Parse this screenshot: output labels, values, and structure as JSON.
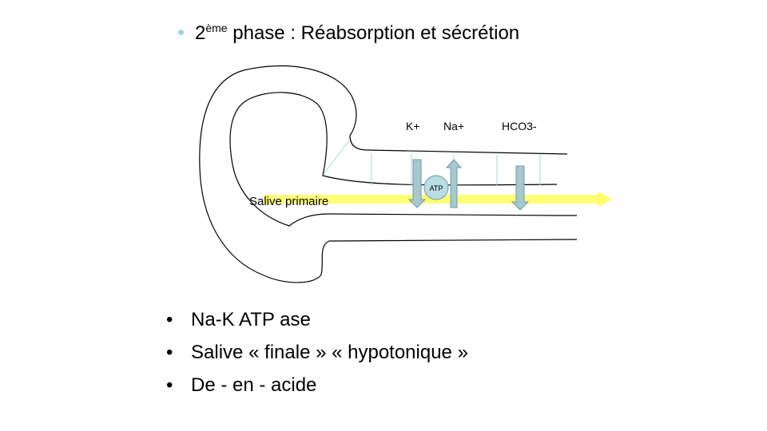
{
  "slide": {
    "title_number": "2",
    "title_superscript": "ème",
    "title_rest": " phase : Réabsorption et sécrétion"
  },
  "diagram": {
    "ion_labels": {
      "k": "K+",
      "na": "Na+",
      "hco3": "HCO3-"
    },
    "pump_label": "ATP",
    "flow_label": "Salive primaire",
    "colors": {
      "duct_outline": "#000000",
      "flow_arrow": "#ffff66",
      "transport_arrow": "#a8c8d0",
      "pump": "#b8dde3",
      "bullet_accent": "#9fd4da"
    }
  },
  "bullets": {
    "items": [
      "Na-K ATP ase",
      "Salive « finale » « hypotonique »",
      "De - en - acide"
    ],
    "marker": "•"
  }
}
